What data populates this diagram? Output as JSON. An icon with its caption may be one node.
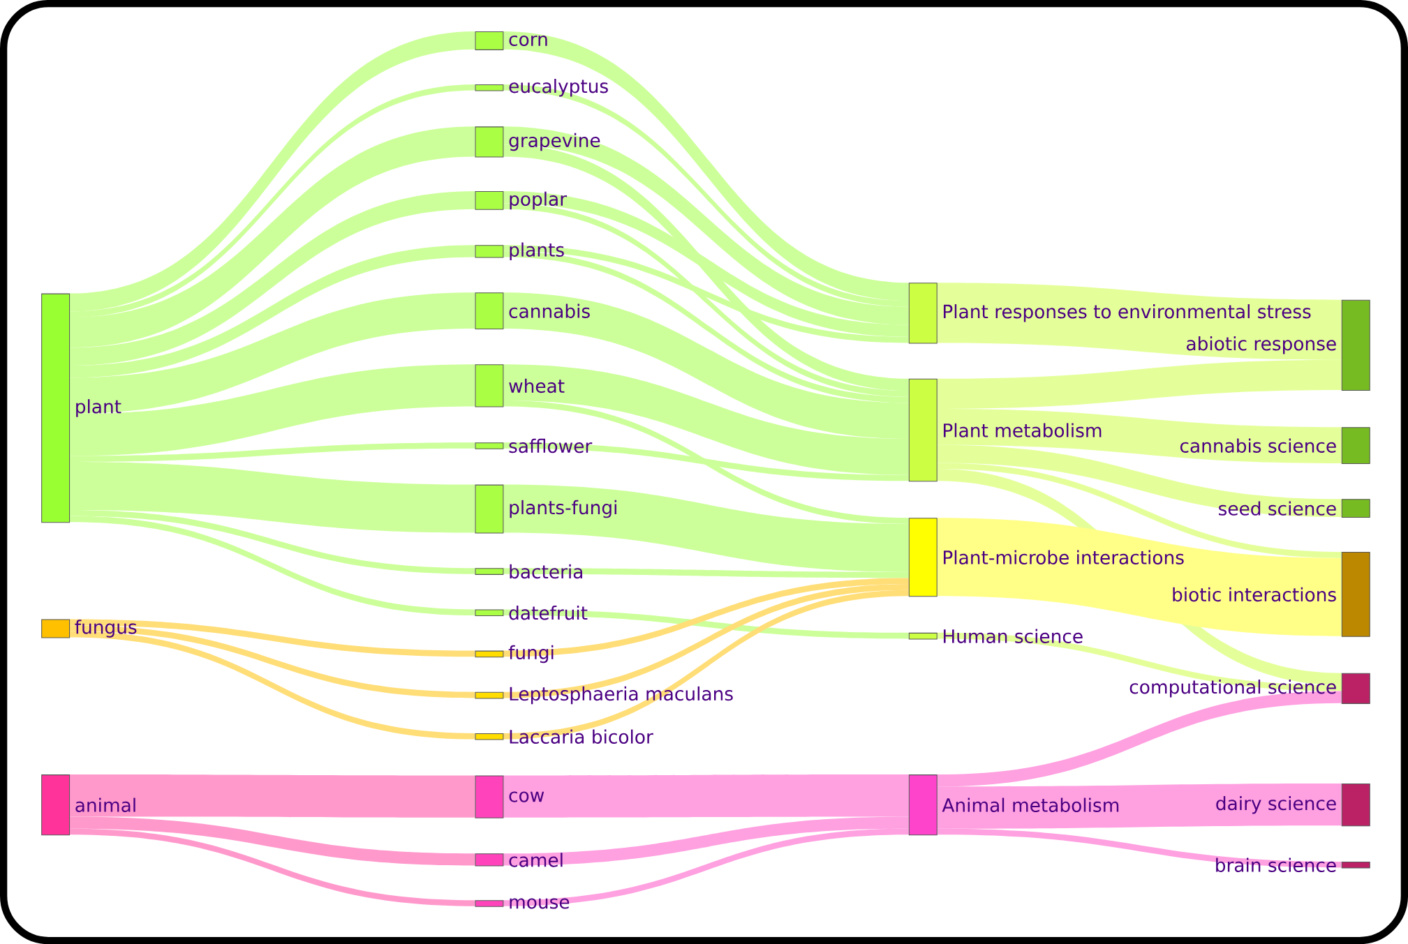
{
  "diagram": {
    "nodes": [
      {
        "text": [
          "plant"
        ]
      },
      {
        "text": [
          "fungus"
        ]
      },
      {
        "text": [
          "animal"
        ]
      },
      {
        "text": [
          "corn"
        ]
      },
      {
        "text": [
          "eucalyptus"
        ]
      },
      {
        "text": [
          "grapevine"
        ]
      },
      {
        "text": [
          "poplar"
        ]
      },
      {
        "text": [
          "plants"
        ]
      },
      {
        "text": [
          "cannabis"
        ]
      },
      {
        "text": [
          "wheat"
        ]
      },
      {
        "text": [
          "safflower"
        ]
      },
      {
        "text": [
          "plants-fungi"
        ]
      },
      {
        "text": [
          "bacteria"
        ]
      },
      {
        "text": [
          "datefruit"
        ]
      },
      {
        "text": [
          "fungi"
        ]
      },
      {
        "text": [
          "Leptosphaeria maculans"
        ]
      },
      {
        "text": [
          "Laccaria bicolor"
        ]
      },
      {
        "text": [
          "cow"
        ]
      },
      {
        "text": [
          "camel"
        ]
      },
      {
        "text": [
          "mouse"
        ]
      },
      {
        "text": [
          "Plant responses to environmental stress"
        ]
      },
      {
        "text": [
          "Plant metabolism"
        ]
      },
      {
        "text": [
          "Plant-microbe interactions"
        ]
      },
      {
        "text": [
          "Human science"
        ]
      },
      {
        "text": [
          "Animal metabolism"
        ]
      },
      {
        "text": [
          "abiotic response"
        ]
      },
      {
        "text": [
          "cannabis science"
        ]
      },
      {
        "text": [
          "seed science"
        ]
      },
      {
        "text": [
          "biotic interactions"
        ]
      },
      {
        "text": [
          "computational science"
        ]
      },
      {
        "text": [
          "dairy science"
        ]
      },
      {
        "text": [
          "brain science"
        ]
      }
    ],
    "edges": [
      {
        "from": 0,
        "to": 3,
        "arrow": "none"
      },
      {
        "from": 0,
        "to": 4,
        "arrow": "none"
      },
      {
        "from": 0,
        "to": 5,
        "arrow": "none"
      },
      {
        "from": 0,
        "to": 6,
        "arrow": "none"
      },
      {
        "from": 0,
        "to": 7,
        "arrow": "none"
      },
      {
        "from": 0,
        "to": 8,
        "arrow": "none"
      },
      {
        "from": 0,
        "to": 9,
        "arrow": "none"
      },
      {
        "from": 0,
        "to": 10,
        "arrow": "none"
      },
      {
        "from": 0,
        "to": 11,
        "arrow": "none"
      },
      {
        "from": 0,
        "to": 12,
        "arrow": "none"
      },
      {
        "from": 0,
        "to": 13,
        "arrow": "none"
      },
      {
        "from": 1,
        "to": 14,
        "arrow": "none",
        "color": "#ffdd77"
      },
      {
        "from": 1,
        "to": 15,
        "arrow": "none",
        "color": "#ffdd77"
      },
      {
        "from": 1,
        "to": 16,
        "arrow": "none",
        "color": "#ffdd77"
      },
      {
        "from": 2,
        "to": 17,
        "arrow": "none",
        "color": "#ff99cc"
      },
      {
        "from": 2,
        "to": 18,
        "arrow": "none",
        "color": "#ff99cc"
      },
      {
        "from": 2,
        "to": 19,
        "arrow": "none",
        "color": "#ff99cc"
      },
      {
        "from": 3,
        "to": 20,
        "arrow": "none"
      },
      {
        "from": 4,
        "to": 20,
        "arrow": "none"
      },
      {
        "from": 5,
        "to": 20,
        "arrow": "none"
      },
      {
        "from": 5,
        "to": 21,
        "arrow": "none"
      },
      {
        "from": 6,
        "to": 20,
        "arrow": "none"
      },
      {
        "from": 6,
        "to": 21,
        "arrow": "none"
      },
      {
        "from": 7,
        "to": 20,
        "arrow": "none"
      },
      {
        "from": 7,
        "to": 21,
        "arrow": "none"
      },
      {
        "from": 8,
        "to": 21,
        "arrow": "none"
      },
      {
        "from": 9,
        "to": 21,
        "arrow": "none"
      },
      {
        "from": 9,
        "to": 22,
        "arrow": "none"
      },
      {
        "from": 10,
        "to": 21,
        "arrow": "none"
      },
      {
        "from": 11,
        "to": 22,
        "arrow": "none"
      },
      {
        "from": 12,
        "to": 22,
        "arrow": "none"
      },
      {
        "from": 13,
        "to": 23,
        "arrow": "none"
      },
      {
        "from": 14,
        "to": 22,
        "arrow": "none",
        "color": "#ffdd77"
      },
      {
        "from": 15,
        "to": 22,
        "arrow": "none",
        "color": "#ffdd77"
      },
      {
        "from": 16,
        "to": 22,
        "arrow": "none",
        "color": "#ffdd77"
      },
      {
        "from": 17,
        "to": 24,
        "arrow": "none",
        "color": "#ffa0e0"
      },
      {
        "from": 18,
        "to": 24,
        "arrow": "none",
        "color": "#ffa0e0"
      },
      {
        "from": 19,
        "to": 24,
        "arrow": "none",
        "color": "#ffa0e0"
      },
      {
        "from": 20,
        "to": 25,
        "arrow": "none",
        "color": "#e4ff99"
      },
      {
        "from": 21,
        "to": 25,
        "arrow": "none",
        "color": "#e4ff99"
      },
      {
        "from": 21,
        "to": 26,
        "arrow": "none",
        "color": "#e4ff99"
      },
      {
        "from": 21,
        "to": 27,
        "arrow": "none",
        "color": "#e4ff99"
      },
      {
        "from": 21,
        "to": 28,
        "arrow": "none",
        "color": "#e4ff99"
      },
      {
        "from": 21,
        "to": 29,
        "arrow": "none",
        "color": "#e4ff99"
      },
      {
        "from": 22,
        "to": 28,
        "arrow": "none",
        "color": "#ffff88"
      },
      {
        "from": 23,
        "to": 29,
        "arrow": "none",
        "color": "#e4ff99"
      },
      {
        "from": 24,
        "to": 29,
        "arrow": "none",
        "color": "#ffa0e0"
      },
      {
        "from": 24,
        "to": 30,
        "arrow": "none",
        "color": "#ffa0e0"
      },
      {
        "from": 24,
        "to": 31,
        "arrow": "none",
        "color": "#ffa0e0"
      }
    ]
  }
}
